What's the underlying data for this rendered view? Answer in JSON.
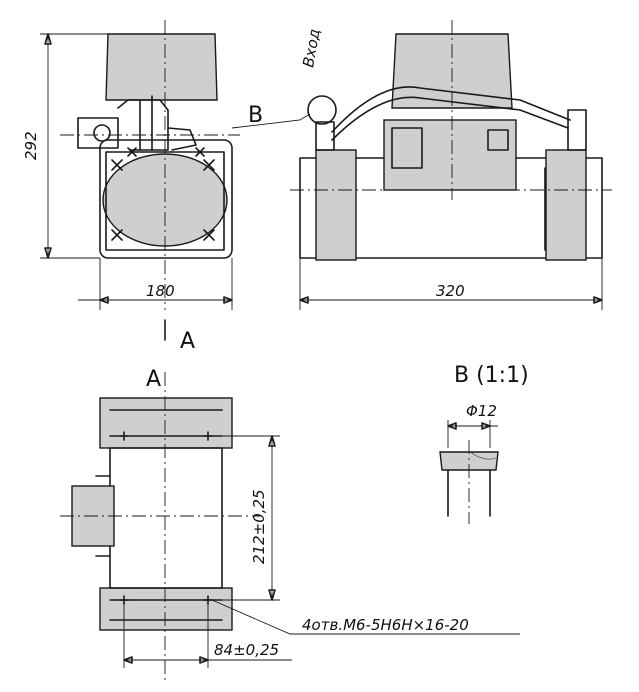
{
  "dimensions": {
    "height_292": "292",
    "width_180": "180",
    "length_320": "320",
    "spacing_212": "212±0,25",
    "spacing_84": "84±0,25",
    "diameter_12": "Φ12"
  },
  "labels": {
    "view_b_callout": "B",
    "inlet": "Вход",
    "view_a_arrow": "A",
    "view_a_title": "A",
    "detail_b_title": "B (1:1)",
    "holes_note": "4отв.М6-5Н6Н×16-20"
  }
}
